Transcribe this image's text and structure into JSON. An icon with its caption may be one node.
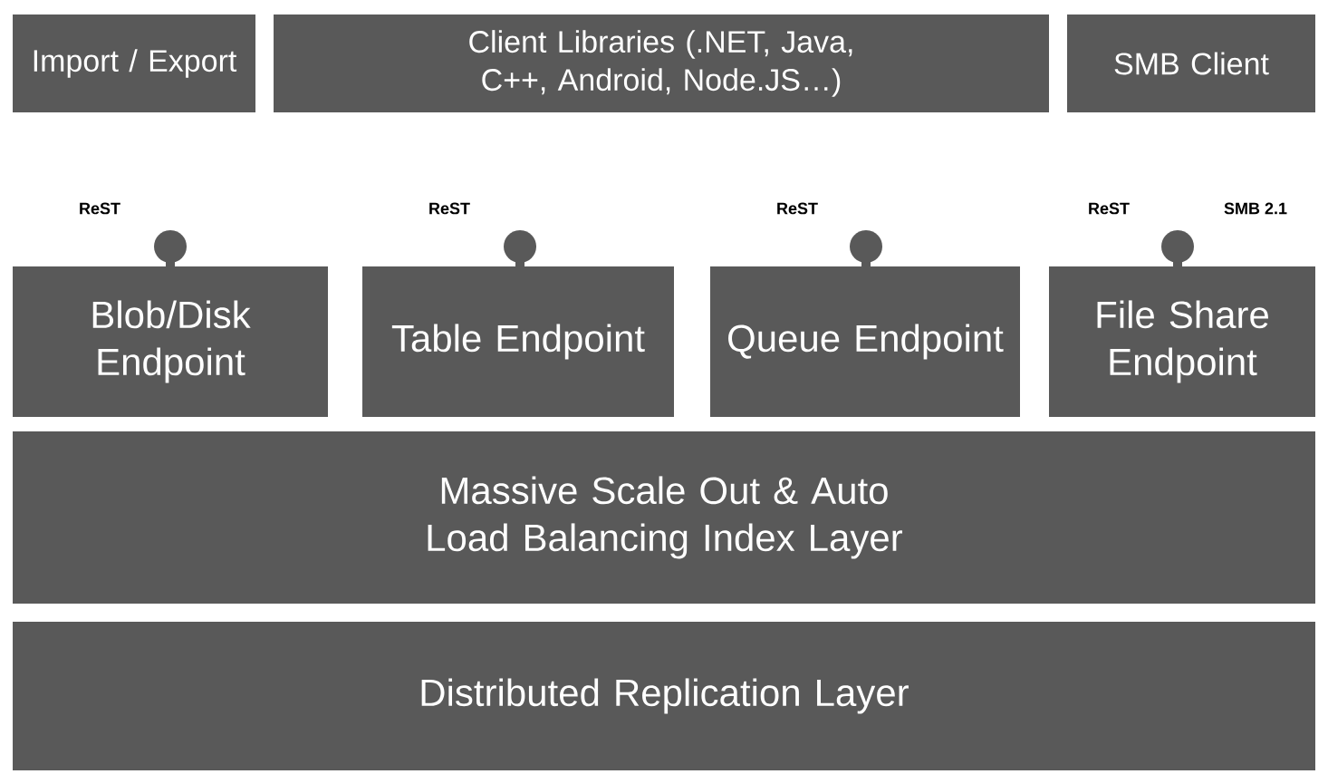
{
  "diagram": {
    "nodes": [
      {
        "text": [
          "Import / Export"
        ]
      },
      {
        "text": [
          "Client Libraries (.NET, Java, C++, Android, Node.JS…)"
        ]
      },
      {
        "text": [
          "SMB Client"
        ]
      },
      {
        "text": [
          "Blob/Disk Endpoint"
        ]
      },
      {
        "text": [
          "Table Endpoint"
        ]
      },
      {
        "text": [
          "Queue Endpoint"
        ]
      },
      {
        "text": [
          "File Share Endpoint"
        ]
      },
      {
        "text": [
          "Massive Scale Out & Auto Load Balancing Index Layer"
        ]
      },
      {
        "text": [
          "Distributed Replication Layer"
        ]
      }
    ],
    "labels": [
      "ReST",
      "ReST",
      "ReST",
      "ReST",
      "SMB 2.1"
    ]
  }
}
